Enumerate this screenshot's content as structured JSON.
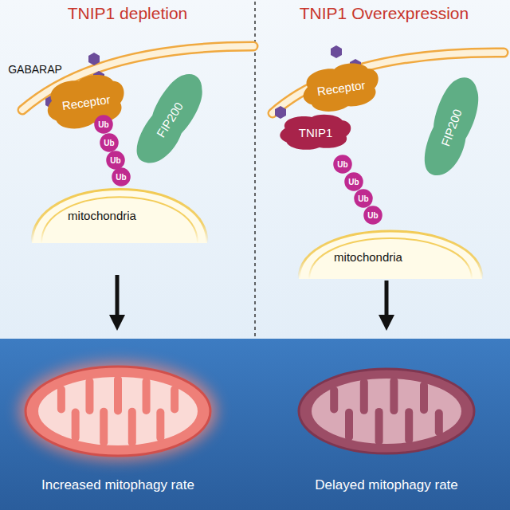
{
  "diagram": {
    "nodes": [
      {
        "text": [
          "Receptor"
        ]
      },
      {
        "text": [
          "FIP200"
        ]
      },
      {
        "text": [
          "Ub"
        ]
      },
      {
        "text": [
          "Ub"
        ]
      },
      {
        "text": [
          "Ub"
        ]
      },
      {
        "text": [
          "Ub"
        ]
      },
      {
        "text": [
          "Receptor"
        ]
      },
      {
        "text": [
          "TNIP1"
        ]
      },
      {
        "text": [
          "FIP200"
        ]
      },
      {
        "text": [
          "Ub"
        ]
      },
      {
        "text": [
          "Ub"
        ]
      },
      {
        "text": [
          "Ub"
        ]
      },
      {
        "text": [
          "Ub"
        ]
      }
    ],
    "labels": [
      "TNIP1 depletion",
      "TNIP1 Overexpression",
      "GABARAP",
      "mitochondria",
      "mitochondria",
      "Increased mitophagy rate",
      "Delayed mitophagy rate"
    ]
  }
}
